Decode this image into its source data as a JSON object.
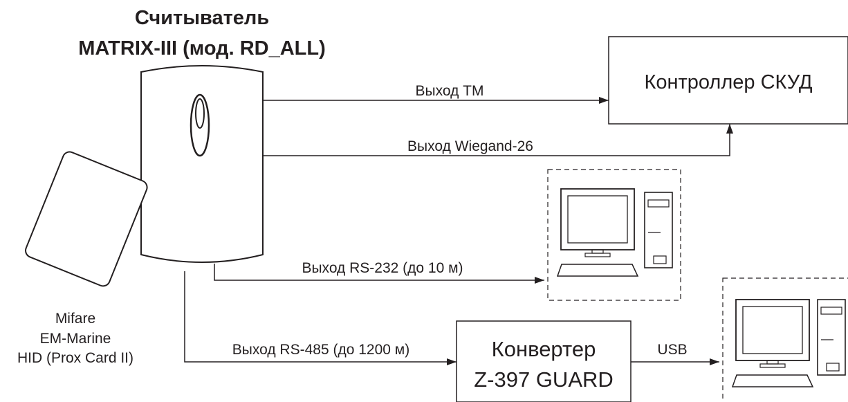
{
  "reader": {
    "title_line1": "Считыватель",
    "title_line2": "MATRIX-III (мод. RD_ALL)"
  },
  "card": {
    "types": [
      "Mifare",
      "EM-Marine",
      "HID (Prox Card II)"
    ]
  },
  "controller": {
    "label": "Контроллер СКУД"
  },
  "converter": {
    "line1": "Конвертер",
    "line2": "Z-397 GUARD"
  },
  "connections": {
    "tm": "Выход TM",
    "wiegand": "Выход Wiegand-26",
    "rs232": "Выход RS-232 (до 10 м)",
    "rs485": "Выход RS-485 (до 1200 м)",
    "usb": "USB"
  },
  "colors": {
    "ink": "#231f20",
    "background": "#ffffff"
  }
}
